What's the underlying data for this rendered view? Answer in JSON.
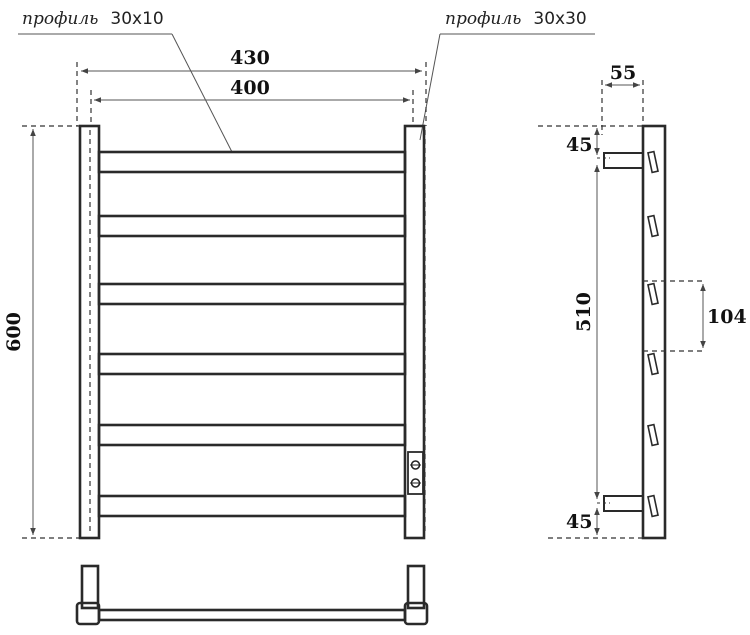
{
  "callouts": {
    "left_profile": {
      "word": "профиль",
      "size": "30x10"
    },
    "right_profile": {
      "word": "профиль",
      "size": "30x30"
    }
  },
  "front_view": {
    "dim_outer_width": "430",
    "dim_inner_width": "400",
    "dim_height": "600"
  },
  "side_view": {
    "dim_depth": "55",
    "dim_top_offset": "45",
    "dim_bottom_offset": "45",
    "dim_mount_span": "510",
    "dim_bar_pitch": "104"
  }
}
